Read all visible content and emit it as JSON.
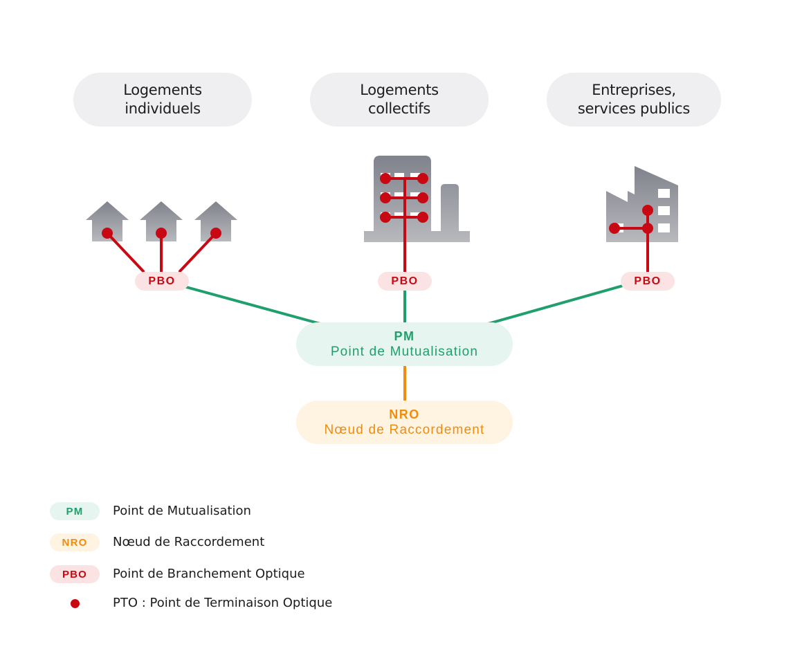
{
  "categories": [
    {
      "line1": "Logements",
      "line2": "individuels"
    },
    {
      "line1": "Logements",
      "line2": "collectifs"
    },
    {
      "line1": "Entreprises,",
      "line2": "services publics"
    }
  ],
  "pbo_label": "PBO",
  "pm": {
    "abbr": "PM",
    "name": "Point de Mutualisation"
  },
  "nro": {
    "abbr": "NRO",
    "name": "Nœud de Raccordement"
  },
  "legend": [
    {
      "badge": "PM",
      "text": "Point de Mutualisation"
    },
    {
      "badge": "NRO",
      "text": "Nœud de Raccordement"
    },
    {
      "badge": "PBO",
      "text": "Point de Branchement Optique"
    },
    {
      "badge": "",
      "text": "PTO : Point de Terminaison Optique"
    }
  ],
  "colors": {
    "pm": "#1f9f6c",
    "pm_bg": "#e6f5ef",
    "nro": "#f08c0e",
    "nro_bg": "#fff3e2",
    "pbo": "#c80812",
    "pbo_bg": "#fbe3e3",
    "pto": "#c80812",
    "category_bg": "#efeff1",
    "building_top": "#80828c",
    "building_bottom": "#b8b9bd"
  },
  "icons": [
    "house-icon",
    "apartment-building-icon",
    "factory-icon"
  ]
}
